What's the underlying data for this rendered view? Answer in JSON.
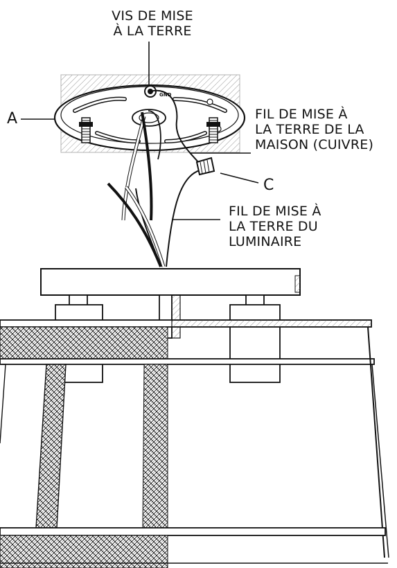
{
  "labels": {
    "ground_screw": [
      "VIS DE MISE",
      "À LA TERRE"
    ],
    "house_ground_wire": [
      "FIL DE MISE À",
      "LA TERRE DE LA",
      "MAISON (CUIVRE)"
    ],
    "fixture_ground_wire": [
      "FIL DE MISE À",
      "LA TERRE DU",
      "LUMINAIRE"
    ],
    "part_a": "A",
    "part_c": "C",
    "gnd_marking": "GND"
  },
  "colors": {
    "line": "#111111",
    "fill": "#ffffff",
    "hatch": "#8a8a8a"
  }
}
